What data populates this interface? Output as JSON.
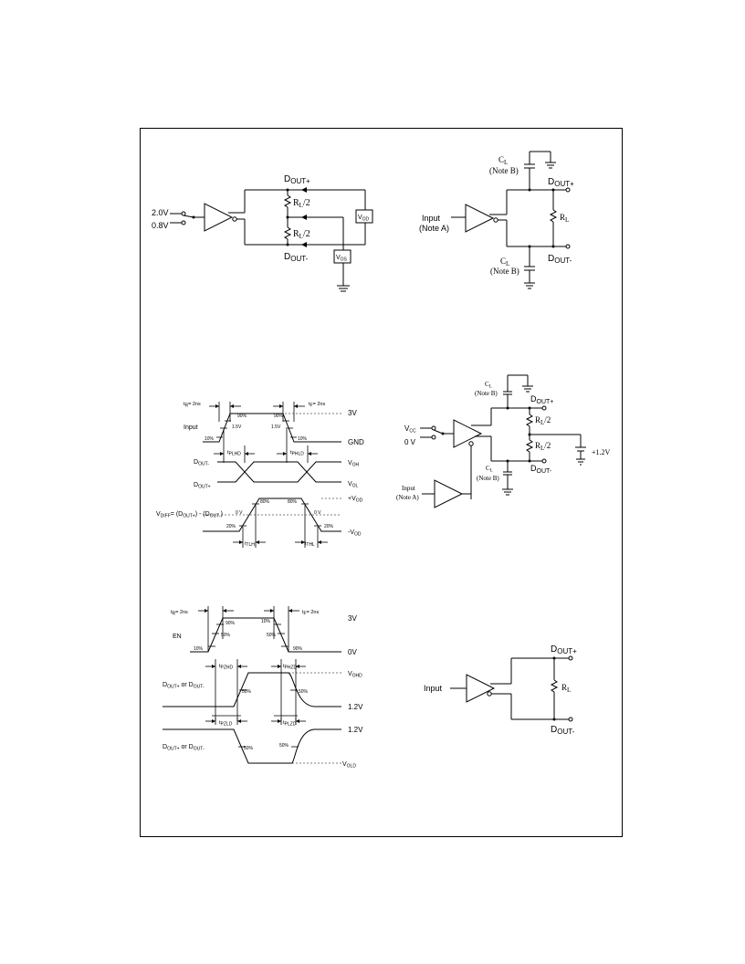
{
  "fig1": {
    "in_high": "2.0V",
    "in_low": "0.8V",
    "dout_plus": {
      "main": "D",
      "sub": "OUT+"
    },
    "dout_minus": {
      "main": "D",
      "sub": "OUT-"
    },
    "r_top": {
      "main": "R",
      "sub": "L",
      "suffix": "/2"
    },
    "r_bot": {
      "main": "R",
      "sub": "L",
      "suffix": "/2"
    },
    "vod": {
      "main": "V",
      "sub": "OD"
    },
    "vos": {
      "main": "V",
      "sub": "OS"
    }
  },
  "fig2": {
    "cl_top": {
      "main": "C",
      "sub": "L"
    },
    "note_b_top": "(Note B)",
    "dout_plus": {
      "main": "D",
      "sub": "OUT+"
    },
    "dout_minus": {
      "main": "D",
      "sub": "OUT-"
    },
    "input_label": "Input",
    "note_a": "(Note A)",
    "rl": {
      "main": "R",
      "sub": "L"
    },
    "cl_bot": {
      "main": "C",
      "sub": "L"
    },
    "note_b_bot": "(Note B)"
  },
  "fig3": {
    "tr": "t",
    "tr_sub": "R",
    "tr_val": "= 2ns",
    "tf": "t",
    "tf_sub": "F",
    "tf_val": "= 2ns",
    "v3": "3V",
    "input": "Input",
    "p90a": "90%",
    "p90b": "90%",
    "p15a": "1.5V",
    "p15b": "1.5V",
    "p10a": "10%",
    "p10b": "10%",
    "gnd": "GND",
    "tplhd": {
      "main": "t",
      "sub": "PLHD"
    },
    "tphld": {
      "main": "t",
      "sub": "PHLD"
    },
    "dout_minus": {
      "main": "D",
      "sub": "OUT-"
    },
    "dout_plus": {
      "main": "D",
      "sub": "OUT+"
    },
    "voh": {
      "main": "V",
      "sub": "OH"
    },
    "vol": {
      "main": "V",
      "sub": "OL"
    },
    "vod_plus": {
      "main": "+V",
      "sub": "OD"
    },
    "vdiff": "V",
    "vdiff_sub": "DIFF",
    "vdiff_eq": "= (D",
    "vdiff_s1": "OUT+",
    "vdiff_mid": ") - (D",
    "vdiff_s2": "OUT-",
    "vdiff_end": ")",
    "p80a": "80%",
    "p80b": "80%",
    "zero_a": "0 V",
    "zero_b": "0 V",
    "p20a": "20%",
    "p20b": "20%",
    "vod_minus": {
      "main": "-V",
      "sub": "OD"
    },
    "tthl": {
      "main": "t",
      "sub": "TLH"
    },
    "ttlh": {
      "main": "t",
      "sub": "THL"
    }
  },
  "fig4": {
    "cl_top": {
      "main": "C",
      "sub": "L"
    },
    "note_b_top": "(Note B)",
    "dout_plus": {
      "main": "D",
      "sub": "OUT+"
    },
    "vcc": {
      "main": "V",
      "sub": "CC"
    },
    "zero_v": "0 V",
    "r_top": {
      "main": "R",
      "sub": "L",
      "suffix": "/2"
    },
    "r_bot": {
      "main": "R",
      "sub": "L",
      "suffix": "/2"
    },
    "v12": "+1.2V",
    "dout_minus": {
      "main": "D",
      "sub": "OUT-"
    },
    "cl_bot": {
      "main": "C",
      "sub": "L"
    },
    "note_b_bot": "(Note B)",
    "input_label": "Input",
    "note_a": "(Note A)"
  },
  "fig5": {
    "tr": "t",
    "tr_sub": "R",
    "tr_val": "= 2ns",
    "tf": "t",
    "tf_sub": "F",
    "tf_val": "= 2ns",
    "v3": "3V",
    "en": "EN",
    "p90a": "90%",
    "p10b": "10%",
    "p50a": "50%",
    "p50b": "50%",
    "p10a": "10%",
    "p90b": "90%",
    "v0": "0V",
    "tpzhd": {
      "main": "t",
      "sub": "PZHD"
    },
    "tphzd": {
      "main": "t",
      "sub": "PHZD"
    },
    "vohd": {
      "main": "V",
      "sub": "OHD"
    },
    "dout_label_1": "D",
    "dout_label_1_sub": "OUT+",
    "or_1": " or D",
    "dout_label_1_sub2": "OUT-",
    "p50c": "50%",
    "p50d": "50%",
    "v12a": "1.2V",
    "tpzld": {
      "main": "t",
      "sub": "PZLD"
    },
    "tplzd": {
      "main": "t",
      "sub": "PLZD"
    },
    "v12b": "1.2V",
    "dout_label_2": "D",
    "dout_label_2_sub": "OUT+",
    "or_2": " or D",
    "dout_label_2_sub2": "OUT-",
    "p50e": "50%",
    "p50f": "50%",
    "vold": {
      "main": "V",
      "sub": "OLD"
    }
  },
  "fig6": {
    "dout_plus": {
      "main": "D",
      "sub": "OUT+"
    },
    "input_label": "Input",
    "rl": {
      "main": "R",
      "sub": "L"
    },
    "dout_minus": {
      "main": "D",
      "sub": "OUT-"
    }
  }
}
